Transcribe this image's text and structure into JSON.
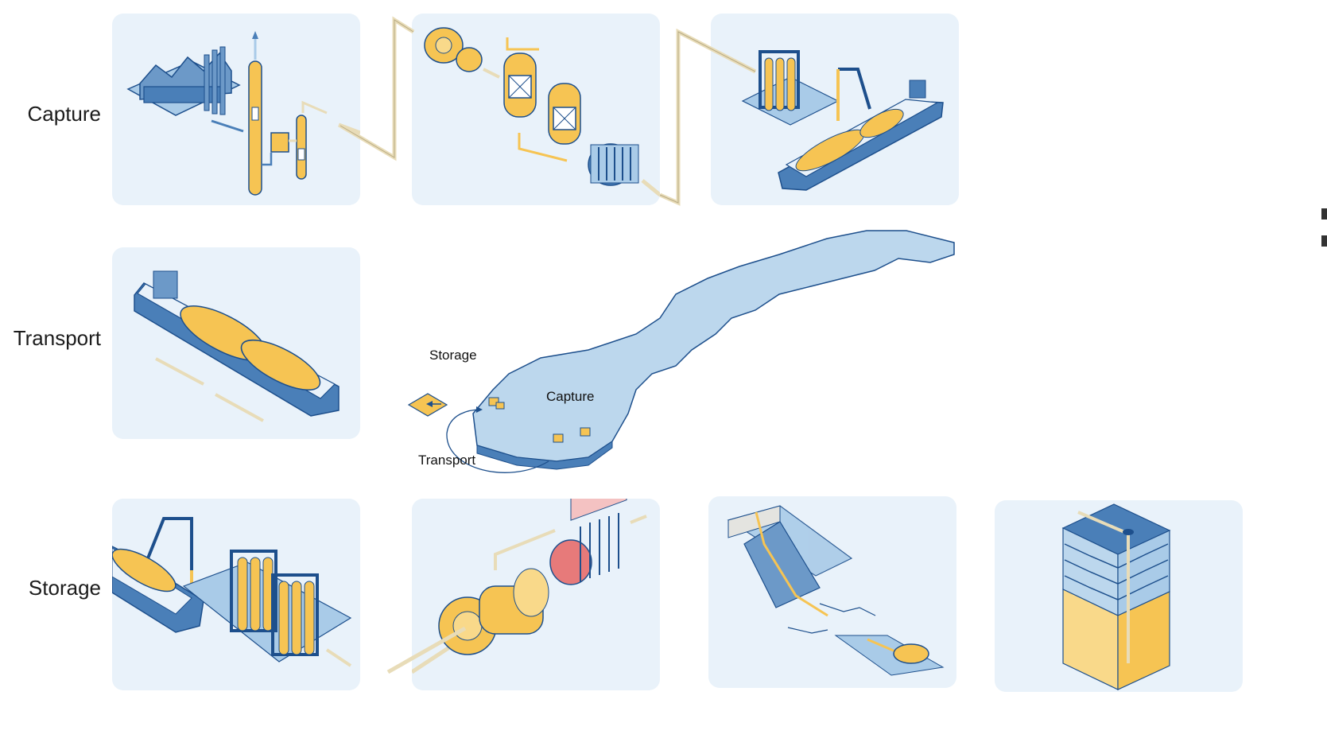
{
  "row_labels": {
    "capture": "Capture",
    "transport": "Transport",
    "storage": "Storage"
  },
  "map_labels": {
    "storage": "Storage",
    "capture": "Capture",
    "transport": "Transport"
  },
  "colors": {
    "panel_bg": "#e9f2fa",
    "outline": "#1d4f8c",
    "steel_blue": "#4a7fb8",
    "light_blue": "#a9cbe8",
    "map_fill": "#bcd7ed",
    "co2_yellow": "#f6c453",
    "co2_light": "#f9d98a",
    "pipe_beige": "#e8dcb8",
    "heat_red": "#e77a7a"
  },
  "panels": [
    {
      "id": "capture-plant",
      "icon": "industrial-plant-icon"
    },
    {
      "id": "capture-compression",
      "icon": "compressor-dryer-icon"
    },
    {
      "id": "capture-loading",
      "icon": "tank-ship-loading-icon"
    },
    {
      "id": "transport-ship",
      "icon": "co2-carrier-ship-icon"
    },
    {
      "id": "storage-unloading",
      "icon": "ship-unloading-icon"
    },
    {
      "id": "storage-pumping",
      "icon": "pump-heater-icon"
    },
    {
      "id": "storage-pipeline",
      "icon": "subsea-pipeline-icon"
    },
    {
      "id": "storage-reservoir",
      "icon": "reservoir-injection-icon"
    }
  ]
}
